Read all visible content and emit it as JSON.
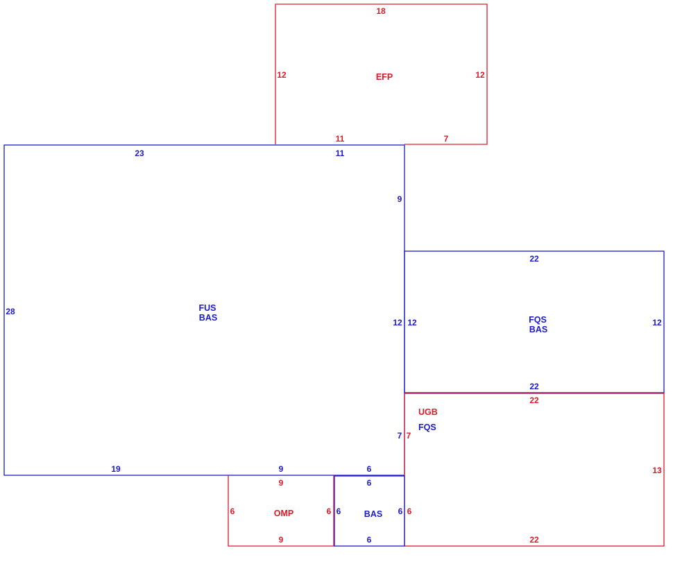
{
  "colors": {
    "blue": "#1a1acc",
    "red": "#dd1a2a"
  },
  "areas": {
    "efp": {
      "name": "EFP",
      "top": "18",
      "left": "12",
      "right": "12",
      "bottom_left": "11",
      "bottom_right": "7"
    },
    "fus": {
      "name_1": "FUS",
      "name_2": "BAS",
      "top_left": "23",
      "top_right": "11",
      "left": "28",
      "right_upper": "9",
      "right_middle": "12",
      "right_lower": "7",
      "bottom_left": "19",
      "bottom_middle": "9",
      "bottom_right": "6"
    },
    "fqs": {
      "name_1": "FQS",
      "name_2": "BAS",
      "top": "22",
      "left": "12",
      "right": "12",
      "bottom": "22"
    },
    "ugb": {
      "name_1": "UGB",
      "name_2": "FQS",
      "top": "22",
      "left": "7",
      "right": "13",
      "bottom": "22",
      "left_lower": "6"
    },
    "omp": {
      "name": "OMP",
      "top": "9",
      "left": "6",
      "right": "6",
      "bottom": "9"
    },
    "bas": {
      "name": "BAS",
      "top": "6",
      "left": "6",
      "right": "6",
      "bottom": "6"
    }
  }
}
